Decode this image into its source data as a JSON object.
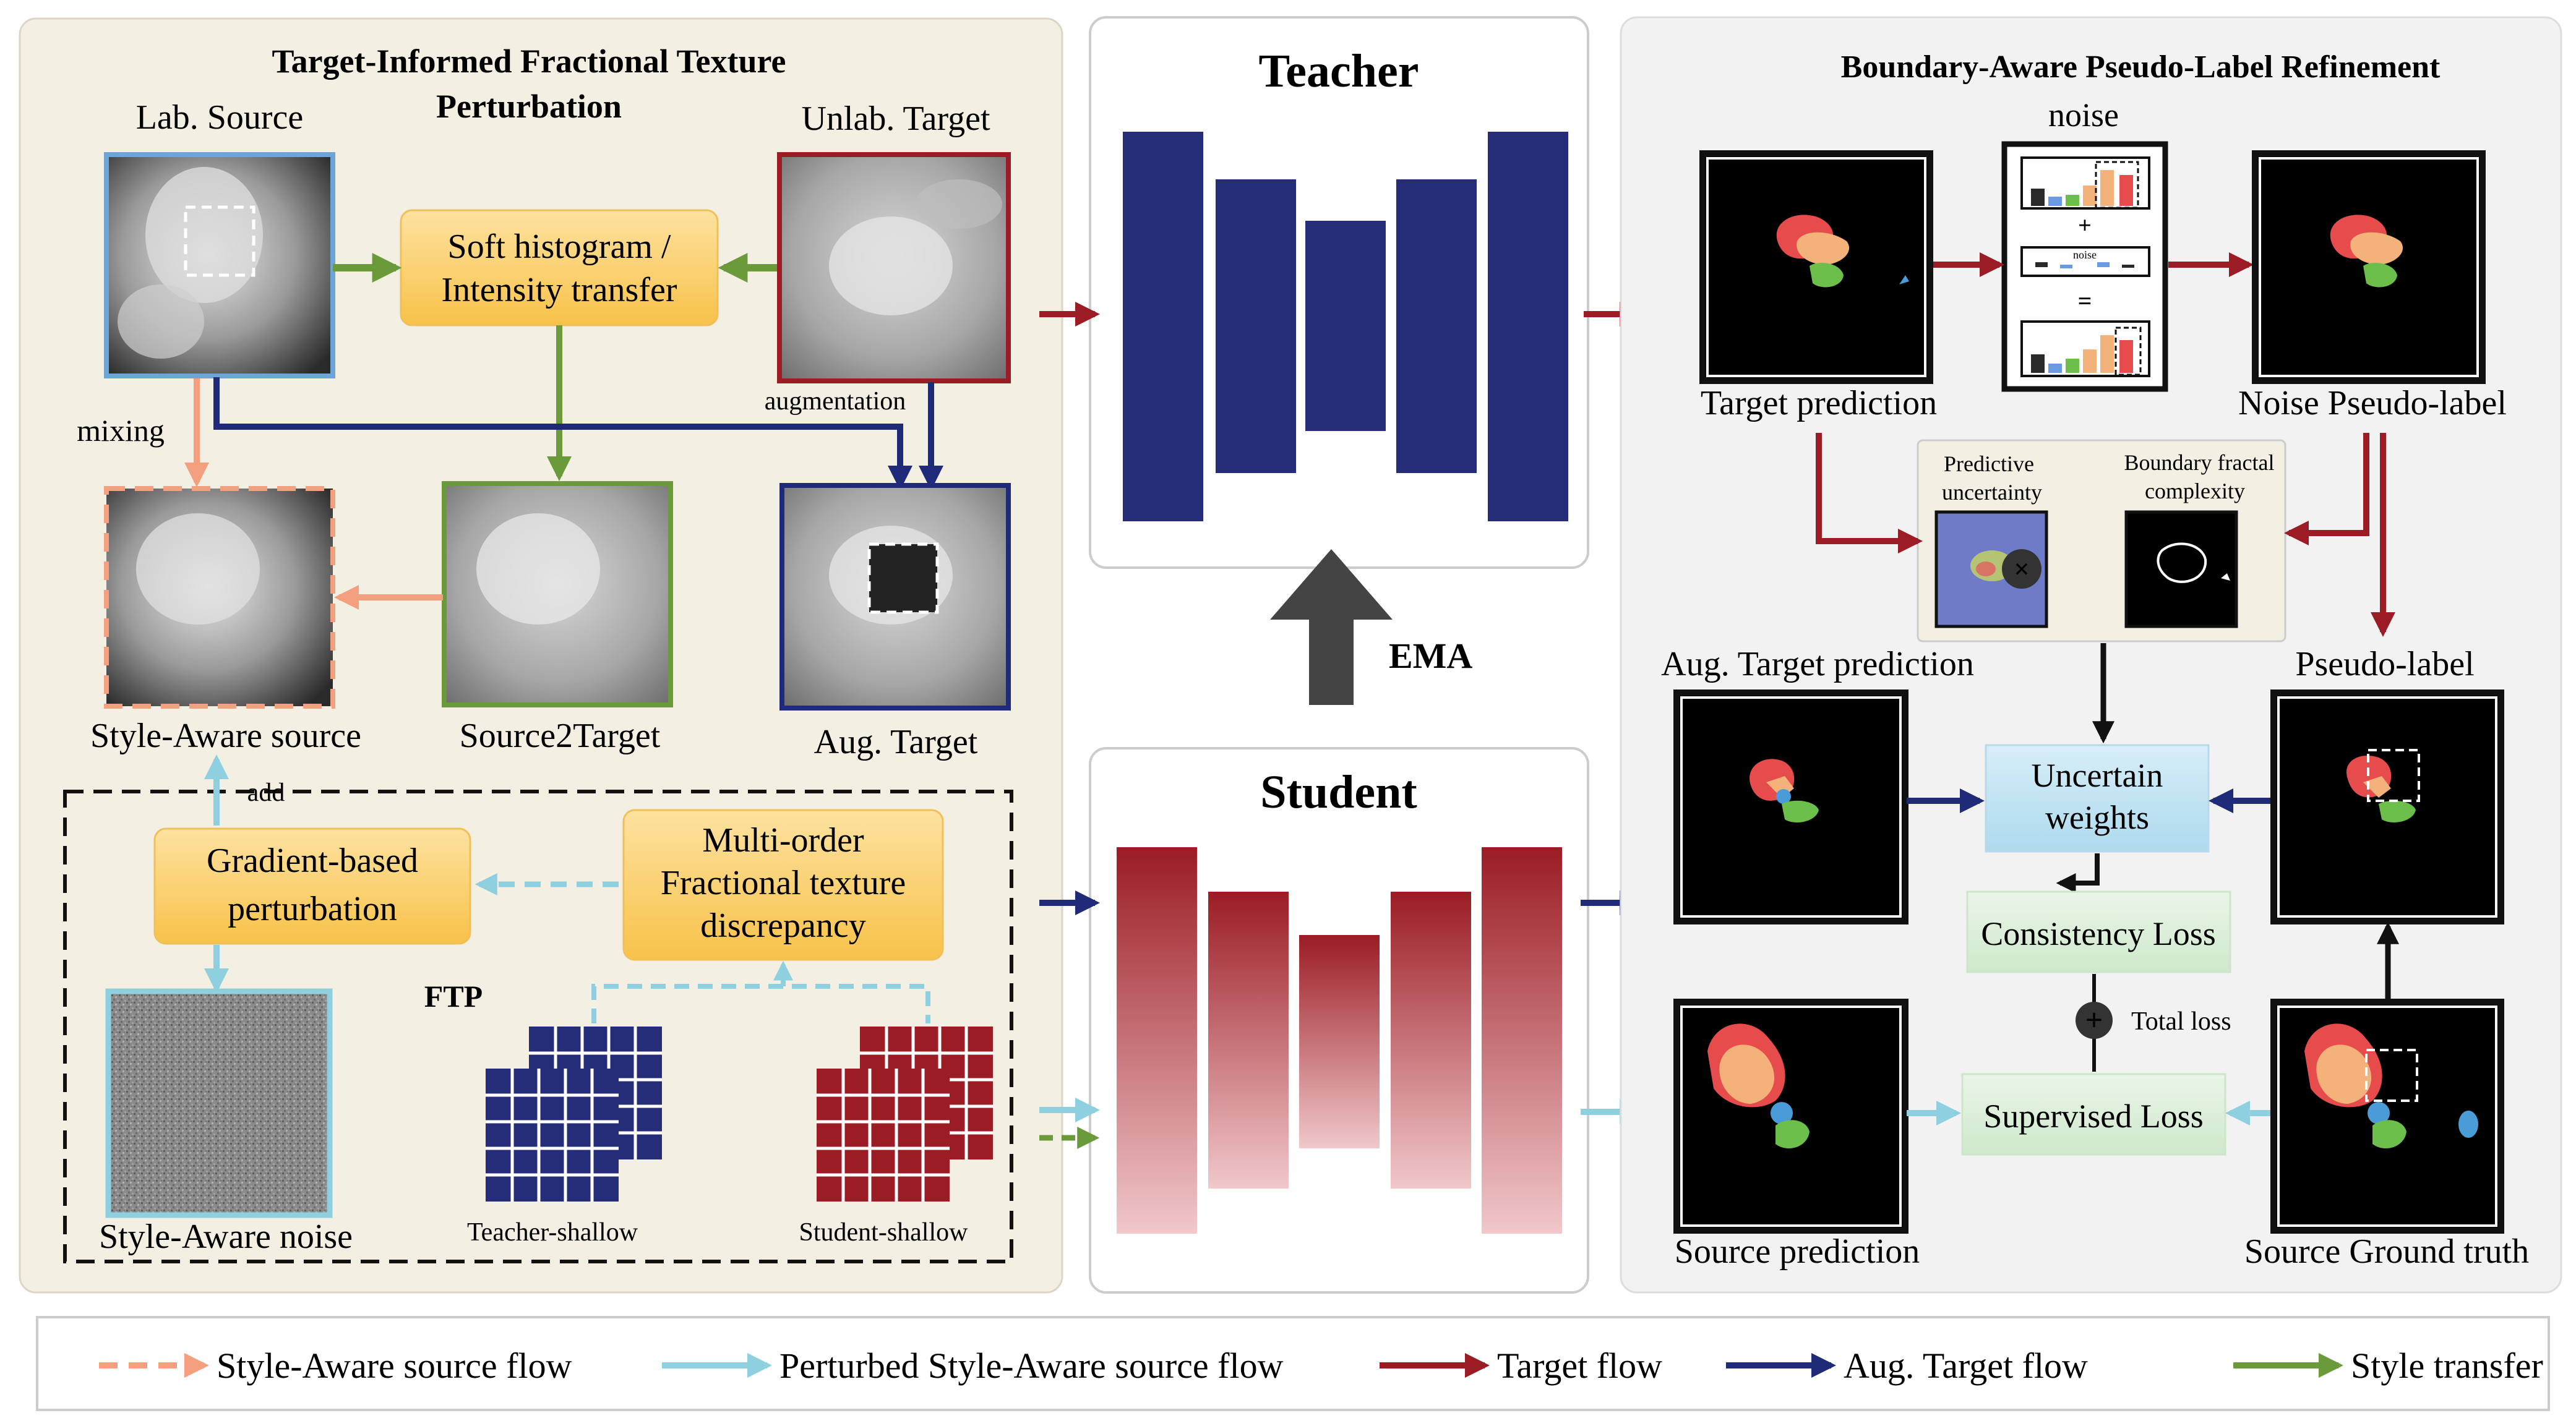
{
  "left_panel": {
    "title_line1": "Target-Informed Fractional Texture",
    "title_line2": "Perturbation",
    "lab_source": "Lab. Source",
    "unlab_target": "Unlab. Target",
    "soft_hist_line1": "Soft histogram /",
    "soft_hist_line2": "Intensity transfer",
    "mixing": "mixing",
    "augmentation": "augmentation",
    "style_aware_source": "Style-Aware source",
    "source2target": "Source2Target",
    "aug_target": "Aug. Target",
    "add": "add",
    "grad_line1": "Gradient-based",
    "grad_line2": "perturbation",
    "multi_line1": "Multi-order",
    "multi_line2": "Fractional texture",
    "multi_line3": "discrepancy",
    "ftp": "FTP",
    "style_aware_noise": "Style-Aware noise",
    "teacher_shallow": "Teacher-shallow",
    "student_shallow": "Student-shallow"
  },
  "middle_panel": {
    "teacher": "Teacher",
    "student": "Student",
    "ema": "EMA"
  },
  "right_panel": {
    "title": "Boundary-Aware Pseudo-Label Refinement",
    "noise": "noise",
    "noise_small": "noise",
    "plus": "+",
    "equals": "=",
    "target_prediction": "Target prediction",
    "noise_pseudo_label": "Noise Pseudo-label",
    "predictive_line1": "Predictive",
    "predictive_line2": "uncertainty",
    "boundary_line1": "Boundary fractal",
    "boundary_line2": "complexity",
    "aug_target_prediction": "Aug. Target prediction",
    "pseudo_label": "Pseudo-label",
    "uncertain_line1": "Uncertain",
    "uncertain_line2": "weights",
    "consistency_loss": "Consistency Loss",
    "total_loss": "Total loss",
    "supervised_loss": "Supervised Loss",
    "source_prediction": "Source prediction",
    "source_ground_truth": "Source Ground truth"
  },
  "legend": [
    {
      "label": "Style-Aware source flow",
      "color": "#f4a07f",
      "style": "dashed"
    },
    {
      "label": "Perturbed Style-Aware source flow",
      "color": "#8fd0e0",
      "style": "solid"
    },
    {
      "label": "Target flow",
      "color": "#9b1c24",
      "style": "solid"
    },
    {
      "label": "Aug. Target flow",
      "color": "#1f2a78",
      "style": "solid"
    },
    {
      "label": "Style transfer",
      "color": "#6a9a3a",
      "style": "solid"
    }
  ],
  "colors": {
    "panel_bg": "#f4efe3",
    "right_bg": "#f2f2f2",
    "teacher_blue": "#262d78",
    "student_red": "#9b1c24",
    "yellow_box": "#fcd067",
    "uncertain_box": "#c5e4f3",
    "loss_box": "#dcefdc"
  }
}
